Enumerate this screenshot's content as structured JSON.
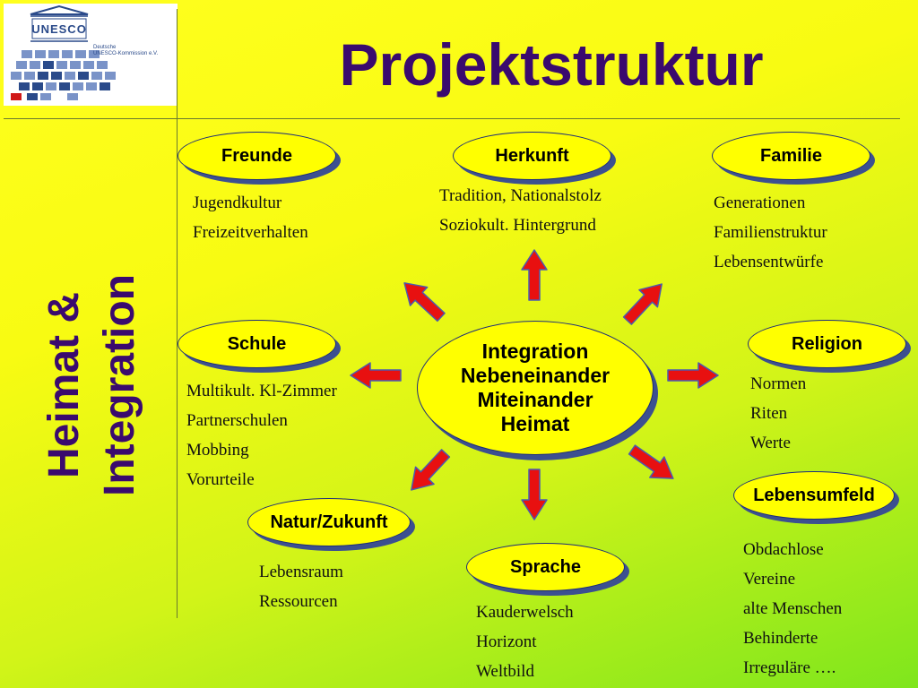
{
  "logo": {
    "name": "UNESCO",
    "caption_line1": "Deutsche",
    "caption_line2": "UNESCO-Kommission e.V."
  },
  "title": "Projektstruktur",
  "side_title": {
    "line1": "Heimat &",
    "line2": "Integration"
  },
  "center": {
    "lines": [
      "Integration",
      "Nebeneinander",
      "Miteinander",
      "Heimat"
    ]
  },
  "nodes": {
    "freunde": {
      "label": "Freunde",
      "items": [
        "Jugendkultur",
        "Freizeitverhalten"
      ]
    },
    "herkunft": {
      "label": "Herkunft",
      "items": [
        "Tradition, Nationalstolz",
        "Soziokult. Hintergrund"
      ]
    },
    "familie": {
      "label": "Familie",
      "items": [
        "Generationen",
        "Familienstruktur",
        "Lebensentwürfe"
      ]
    },
    "schule": {
      "label": "Schule",
      "items": [
        "Multikult. Kl-Zimmer",
        "Partnerschulen",
        "Mobbing",
        "Vorurteile"
      ]
    },
    "religion": {
      "label": "Religion",
      "items": [
        "Normen",
        "Riten",
        "Werte"
      ]
    },
    "natur": {
      "label": "Natur/Zukunft",
      "items": [
        "Lebensraum",
        "Ressourcen"
      ]
    },
    "sprache": {
      "label": "Sprache",
      "items": [
        "Kauderwelsch",
        "Horizont",
        "Weltbild"
      ]
    },
    "lebensumfeld": {
      "label": "Lebensumfeld",
      "items": [
        "Obdachlose",
        "Vereine",
        "alte Menschen",
        "Behinderte",
        "Irreguläre …."
      ]
    }
  },
  "colors": {
    "title": "#3a0a6e",
    "node_fill": "#ffff00",
    "node_border": "#1c2c7a",
    "arrow_fill": "#e81010",
    "arrow_stroke": "#4a5ab0"
  }
}
